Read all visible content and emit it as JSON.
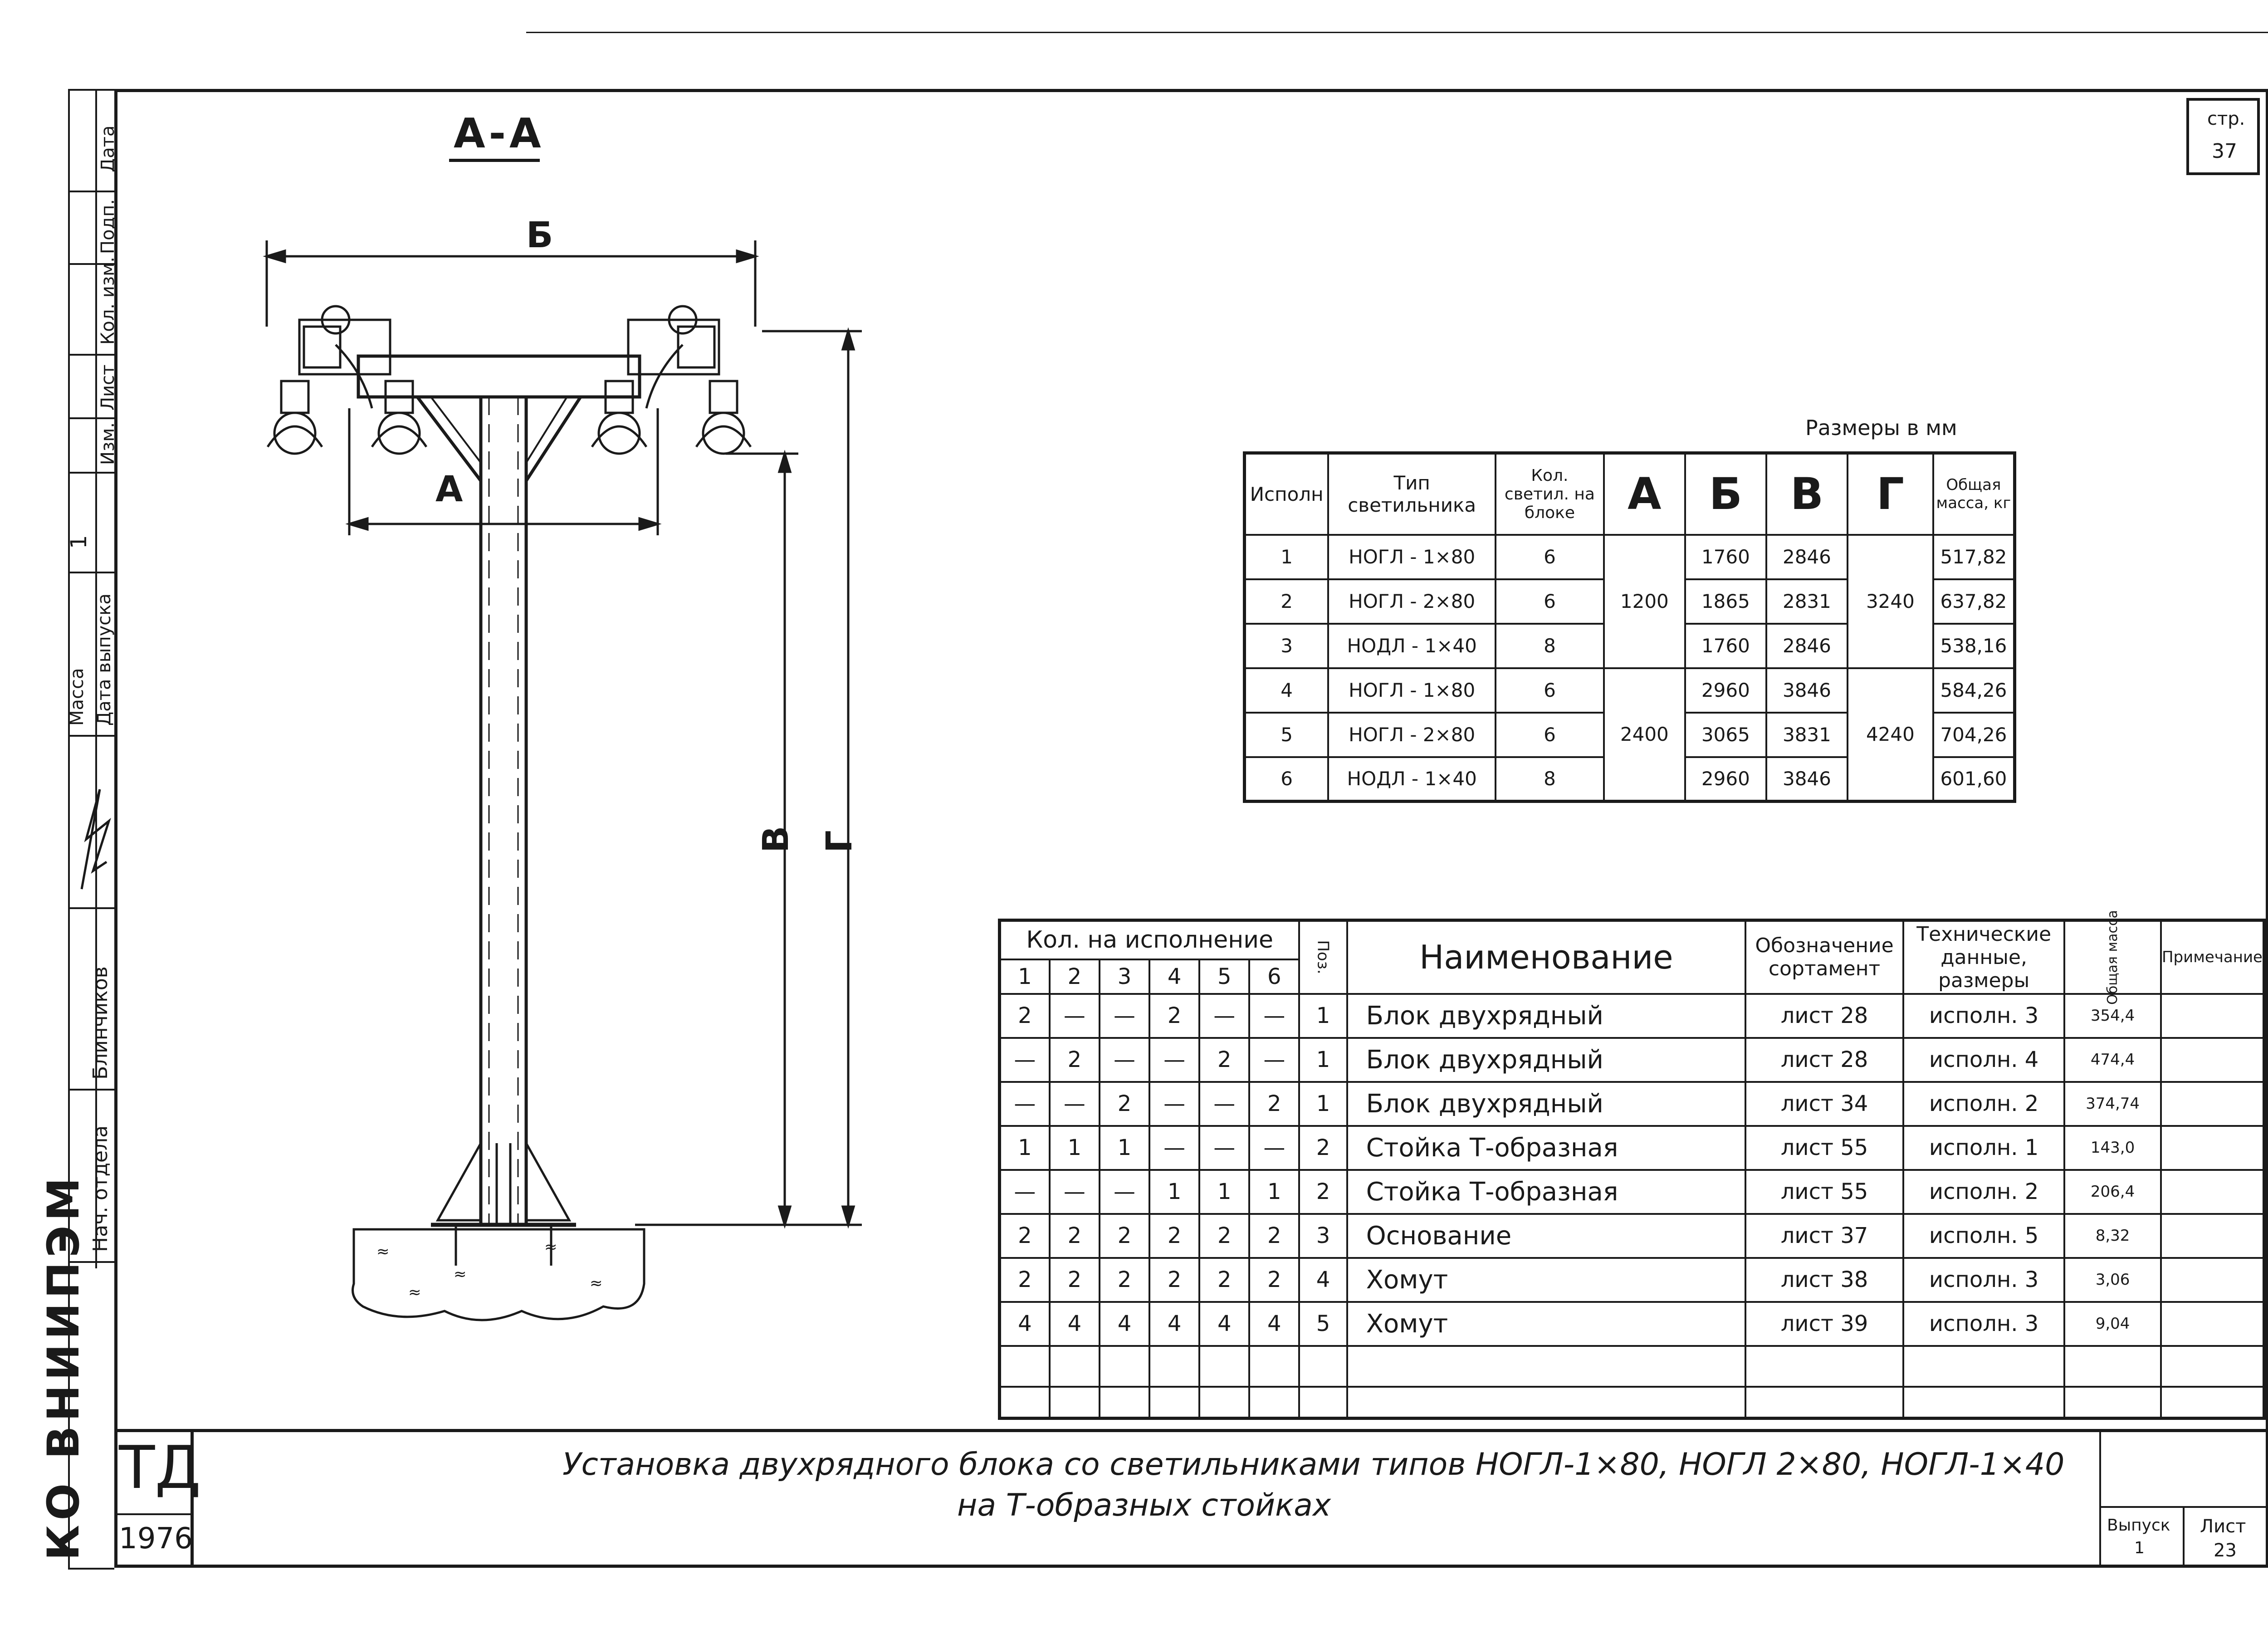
{
  "section_label": "А-А",
  "page_box": {
    "label": "стр.",
    "number": "37"
  },
  "dim_labels": {
    "b": "Б",
    "a": "А",
    "v": "В",
    "g": "Г"
  },
  "dims_table": {
    "caption": "Размеры в мм",
    "headers": [
      "Исполн",
      "Тип светильника",
      "Кол. светил. на блоке",
      "А",
      "Б",
      "В",
      "Г",
      "Общая масса, кг"
    ],
    "rows": [
      [
        "1",
        "НОГЛ - 1×80",
        "6",
        "1760",
        "2846",
        "517,82"
      ],
      [
        "2",
        "НОГЛ - 2×80",
        "6",
        "1865",
        "2831",
        "637,82"
      ],
      [
        "3",
        "НОДЛ - 1×40",
        "8",
        "1760",
        "2846",
        "538,16"
      ],
      [
        "4",
        "НОГЛ - 1×80",
        "6",
        "2960",
        "3846",
        "584,26"
      ],
      [
        "5",
        "НОГЛ - 2×80",
        "6",
        "3065",
        "3831",
        "704,26"
      ],
      [
        "6",
        "НОДЛ - 1×40",
        "8",
        "2960",
        "3846",
        "601,60"
      ]
    ],
    "a_values": [
      "1200",
      "2400"
    ],
    "g_values": [
      "3240",
      "4240"
    ]
  },
  "spec_table": {
    "group_header": "Кол. на исполнение",
    "variant_numbers": [
      "1",
      "2",
      "3",
      "4",
      "5",
      "6"
    ],
    "headers": {
      "pos": "Поз.",
      "name": "Наименование",
      "designation": "Обозначение сортамент",
      "tech": "Технические данные, размеры",
      "mass": "Общая масса",
      "note": "Примечание"
    },
    "rows": [
      {
        "qty": [
          "2",
          "—",
          "—",
          "2",
          "—",
          "—"
        ],
        "pos": "1",
        "name": "Блок двухрядный",
        "designation": "лист 28",
        "tech": "исполн. 3",
        "mass": "354,4"
      },
      {
        "qty": [
          "—",
          "2",
          "—",
          "—",
          "2",
          "—"
        ],
        "pos": "1",
        "name": "Блок двухрядный",
        "designation": "лист 28",
        "tech": "исполн. 4",
        "mass": "474,4"
      },
      {
        "qty": [
          "—",
          "—",
          "2",
          "—",
          "—",
          "2"
        ],
        "pos": "1",
        "name": "Блок двухрядный",
        "designation": "лист 34",
        "tech": "исполн. 2",
        "mass": "374,74"
      },
      {
        "qty": [
          "1",
          "1",
          "1",
          "—",
          "—",
          "—"
        ],
        "pos": "2",
        "name": "Стойка Т-образная",
        "designation": "лист 55",
        "tech": "исполн. 1",
        "mass": "143,0"
      },
      {
        "qty": [
          "—",
          "—",
          "—",
          "1",
          "1",
          "1"
        ],
        "pos": "2",
        "name": "Стойка Т-образная",
        "designation": "лист 55",
        "tech": "исполн. 2",
        "mass": "206,4"
      },
      {
        "qty": [
          "2",
          "2",
          "2",
          "2",
          "2",
          "2"
        ],
        "pos": "3",
        "name": "Основание",
        "designation": "лист 37",
        "tech": "исполн. 5",
        "mass": "8,32"
      },
      {
        "qty": [
          "2",
          "2",
          "2",
          "2",
          "2",
          "2"
        ],
        "pos": "4",
        "name": "Хомут",
        "designation": "лист 38",
        "tech": "исполн. 3",
        "mass": "3,06"
      },
      {
        "qty": [
          "4",
          "4",
          "4",
          "4",
          "4",
          "4"
        ],
        "pos": "5",
        "name": "Хомут",
        "designation": "лист 39",
        "tech": "исполн. 3",
        "mass": "9,04"
      }
    ]
  },
  "title_block": {
    "code": "ТД",
    "year": "1976",
    "title_line1": "Установка двухрядного блока со светильниками типов НОГЛ-1×80, НОГЛ 2×80, НОГЛ-1×40",
    "title_line2": "на Т-образных стойках",
    "issue_label": "Выпуск",
    "issue_value": "1",
    "sheet_label": "Лист",
    "sheet_value": "23"
  },
  "left_margin": {
    "org": "КО ВНИИПЭМ",
    "stamp_labels": [
      "Дата",
      "Подп.",
      "Кол. изм.",
      "Лист",
      "Изм."
    ],
    "stamp_value": "1",
    "mass_label": "Масса",
    "release_date_label": "Дата выпуска",
    "author_name": "Блинчиков",
    "author_role": "Нач. отдела"
  }
}
